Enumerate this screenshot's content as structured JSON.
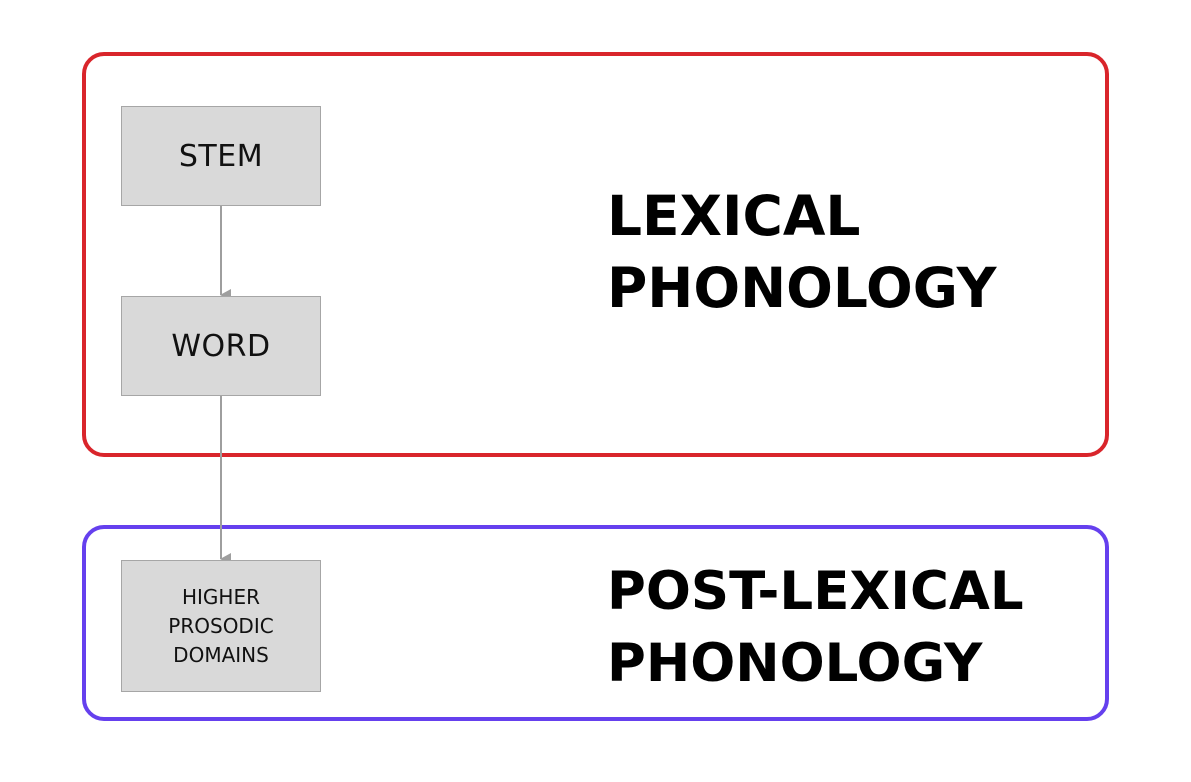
{
  "regions": {
    "lexical": {
      "title_line1": "LEXICAL",
      "title_line2": "PHONOLOGY",
      "border_color": "#d9252b"
    },
    "post_lexical": {
      "title_line1": "POST-LEXICAL",
      "title_line2": "PHONOLOGY",
      "border_color": "#6540ee"
    }
  },
  "nodes": {
    "stem": {
      "label": "STEM"
    },
    "word": {
      "label": "WORD"
    },
    "higher": {
      "line1": "HIGHER",
      "line2": "PROSODIC",
      "line3": "DOMAINS"
    }
  },
  "colors": {
    "node_fill": "#d9d9d9",
    "node_border": "#a6a6a6",
    "arrow": "#9e9e9e"
  }
}
